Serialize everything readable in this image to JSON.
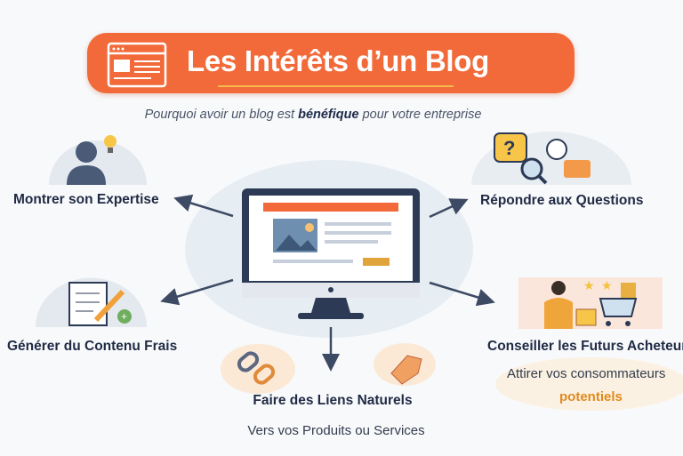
{
  "header": {
    "title": "Les Intérêts d’un Blog",
    "subtitle_pre": "Pourquoi avoir un blog est ",
    "subtitle_bold": "bénéfique",
    "subtitle_post": " pour votre entreprise"
  },
  "nodes": [
    {
      "label": "Montrer son Expertise",
      "icon": "person-lightbulb-icon"
    },
    {
      "label": "Générer du Contenu Frais",
      "icon": "document-pencil-icon"
    },
    {
      "label": "Faire des Liens Naturels",
      "sub": "Vers vos Produits ou Services",
      "icon": "chain-link-icon"
    },
    {
      "label": "Répondre aux Questions",
      "icon": "question-magnifier-icon"
    },
    {
      "label": "Conseiller les Futurs Acheteurs",
      "sub": "Attirer vos consommateurs",
      "highlight": "potentiels",
      "icon": "shopper-cart-icon"
    }
  ],
  "colors": {
    "accent": "#f26a3a",
    "navy": "#1f2a44",
    "highlight": "#e08a1e"
  }
}
